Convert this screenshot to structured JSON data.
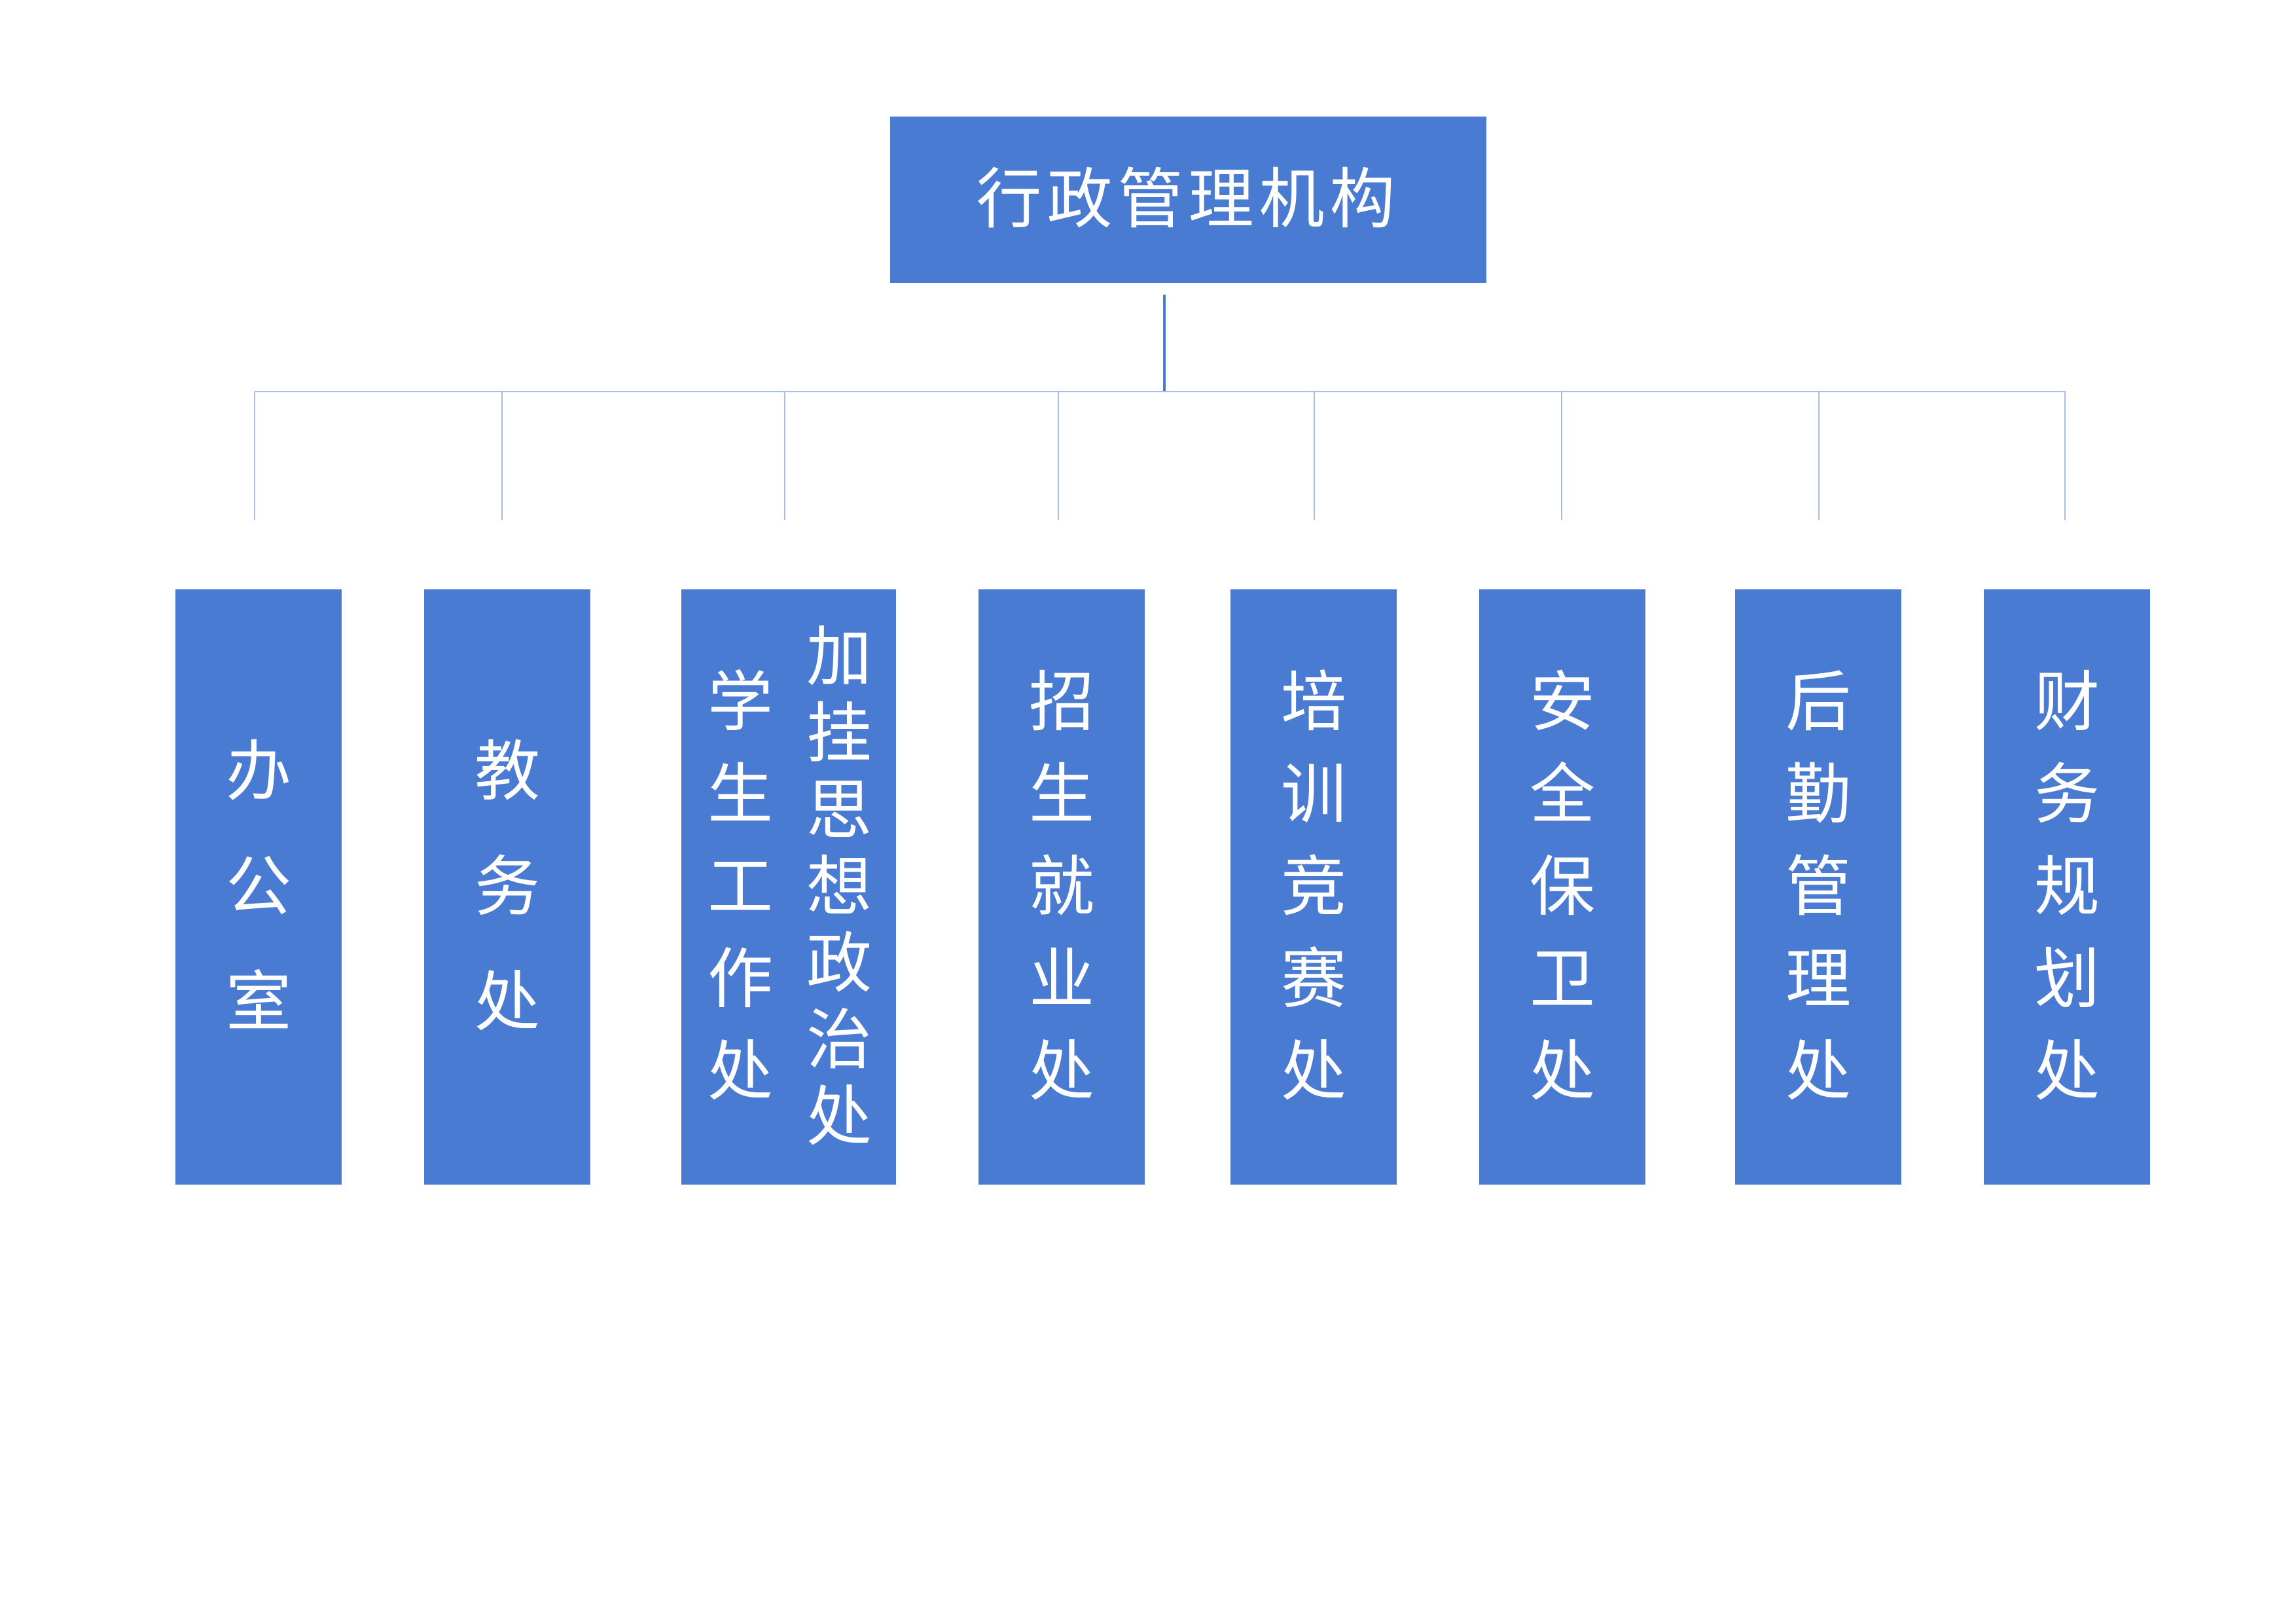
{
  "title": "行政管理机构",
  "departments": [
    {
      "label": "办公室"
    },
    {
      "label": "教务处"
    },
    {
      "label": "学生工作处",
      "note": "加挂思想政治处"
    },
    {
      "label": "招生就业处"
    },
    {
      "label": "培训竞赛处"
    },
    {
      "label": "安全保卫处"
    },
    {
      "label": "后勤管理处"
    },
    {
      "label": "财务规划处"
    }
  ],
  "colors": {
    "box": "#4a7bd3",
    "text": "#ffffff",
    "trunk": "#4a7bd3",
    "branch": "#a9bde6"
  }
}
